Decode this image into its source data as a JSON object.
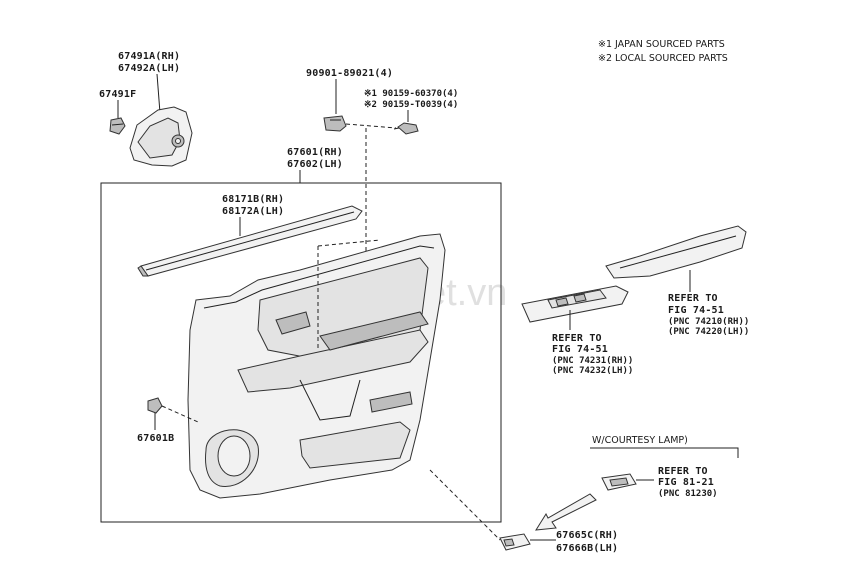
{
  "legend": {
    "note1": "※1  JAPAN SOURCED PARTS",
    "note2": "※2  LOCAL SOURCED PARTS"
  },
  "labels": {
    "p67491a_rh": "67491A(RH)",
    "p67492a_lh": "67492A(LH)",
    "p67491f": "67491F",
    "p90901": "90901-89021(4)",
    "p90159_1": "※1 90159-60370(4)",
    "p90159_2": "※2 90159-T0039(4)",
    "p67601_rh": "67601(RH)",
    "p67602_lh": "67602(LH)",
    "p68171b_rh": "68171B(RH)",
    "p68172a_lh": "68172A(LH)",
    "p67601b": "67601B",
    "p67665c_rh": "67665C(RH)",
    "p67666b_lh": "67666B(LH)"
  },
  "refs": {
    "upper_refer": "REFER TO",
    "upper_fig": "FIG 74-51",
    "upper_pnc1": "(PNC 74210(RH))",
    "upper_pnc2": "(PNC 74220(LH))",
    "middle_refer": "REFER TO",
    "middle_fig": "FIG 74-51",
    "middle_pnc1": "(PNC 74231(RH))",
    "middle_pnc2": "(PNC 74232(LH))",
    "lamp_refer": "REFER TO",
    "lamp_fig": "FIG 81-21",
    "lamp_pnc": "(PNC 81230)"
  },
  "courtesy_lamp": "W/COURTESY LAMP)",
  "watermark": "SedanViet.vn"
}
